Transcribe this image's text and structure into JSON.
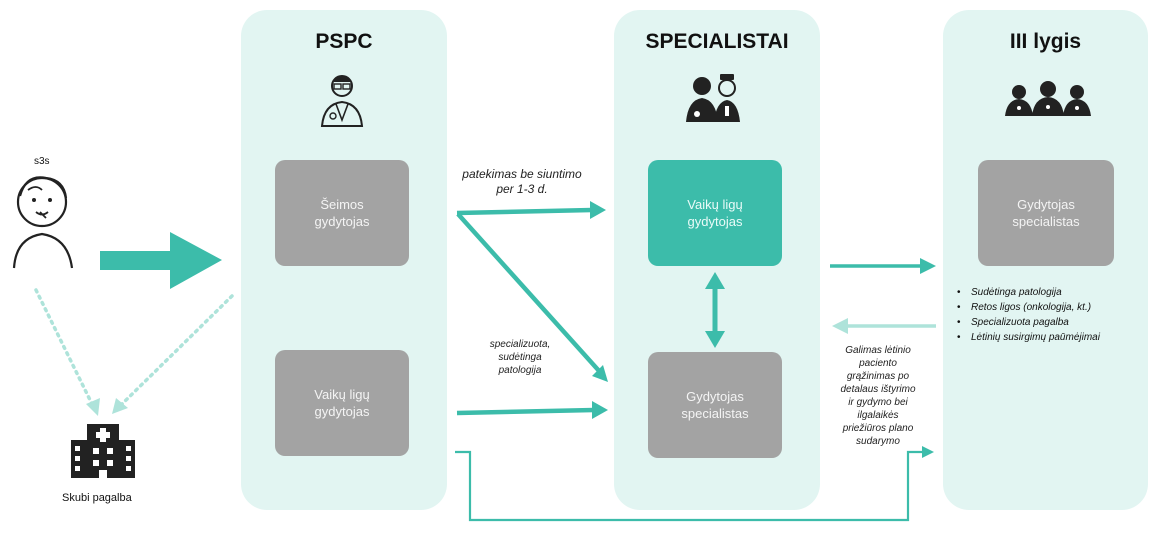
{
  "panels": {
    "pspc": {
      "title": "PSPC"
    },
    "specialistai": {
      "title": "SPECIALISTAI"
    },
    "third_level": {
      "title": "III lygis"
    }
  },
  "boxes": {
    "seimos_gydytojas": "Šeimos\ngydytojas",
    "pspc_vaiku_ligu_gydytojas": "Vaikų ligų\ngydytojas",
    "spec_vaiku_ligu_gydytojas": "Vaikų ligų\ngydytojas",
    "spec_gydytojas_specialistas": "Gydytojas\nspecialistas",
    "third_gydytojas_specialistas": "Gydytojas\nspecialistas"
  },
  "labels": {
    "without_referral": "patekimas be siuntimo\nper 1-3 d.",
    "specialized": "specializuota,\nsudėtinga\npatologija",
    "return_note": "Galimas lėtinio\npaciento\ngrąžinimas po\ndetalaus ištyrimo\nir gydymo bei\nilgalaikės\npriežiūros plano\nsudarymo",
    "emergency": "Skubi pagalba",
    "sick_child": "s3s"
  },
  "third_level_list": [
    "Sudėtinga patologija",
    "Retos ligos (onkologija, kt.)",
    "Specializuota pagalba",
    "Lėtinių susirgimų paūmėjimai"
  ],
  "colors": {
    "panel_bg": "#e2f5f2",
    "teal": "#3cbcaa",
    "teal_light": "#aee3da",
    "grey_box": "#a3a3a3"
  },
  "icons": [
    "sick-child-icon",
    "doctor-icon",
    "doctors-pair-icon",
    "doctors-group-icon",
    "hospital-icon"
  ]
}
